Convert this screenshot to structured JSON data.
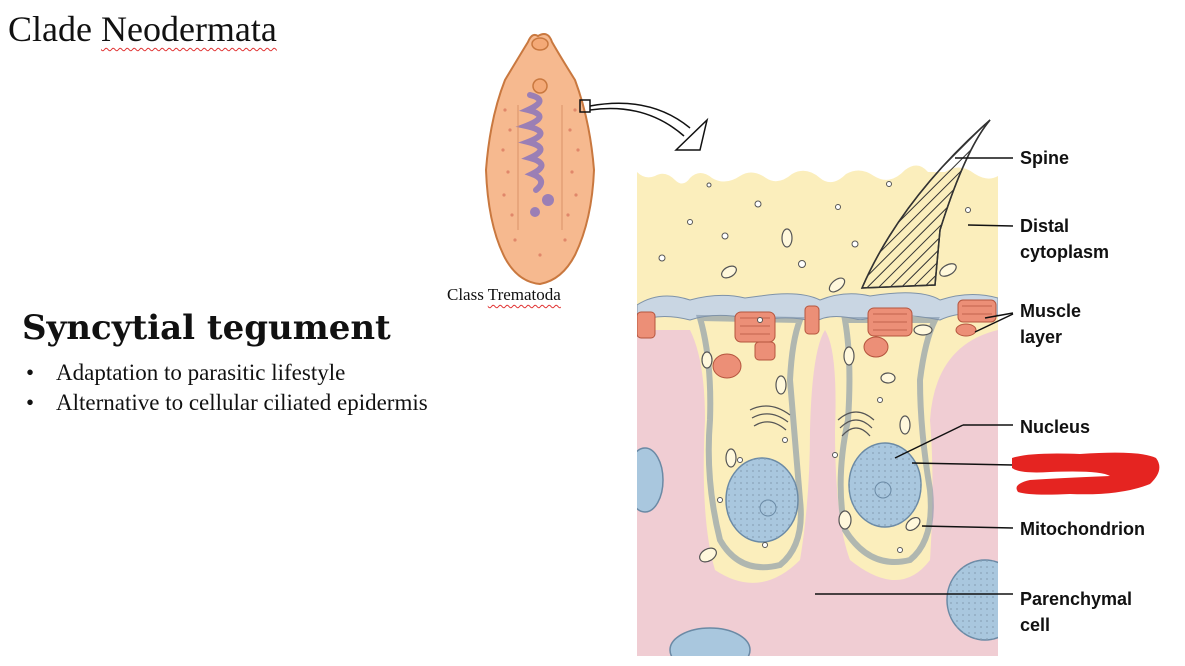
{
  "title": {
    "prefix": "Clade ",
    "word": "Neodermata"
  },
  "heading": "Syncytial tegument",
  "bullets": [
    "Adaptation to parasitic lifestyle",
    "Alternative to cellular ciliated epidermis"
  ],
  "caption": {
    "prefix": "Class ",
    "word": "Trematoda"
  },
  "labels": {
    "spine": "Spine",
    "distal_1": "Distal",
    "distal_2": "cytoplasm",
    "muscle_1": "Muscle",
    "muscle_2": "layer",
    "nucleus": "Nucleus",
    "mitochondrion": "Mitochondrion",
    "parenchymal_1": "Parenchymal",
    "parenchymal_2": "cell"
  },
  "colors": {
    "fluke_fill": "#f6b98f",
    "fluke_stroke": "#c9783f",
    "tegument": "#fbeebc",
    "membrane": "#c9d6e3",
    "parenchyma": "#f0cdd3",
    "muscle": "#ec8f77",
    "nucleus": "#a9c7de",
    "redact": "#e52421"
  }
}
